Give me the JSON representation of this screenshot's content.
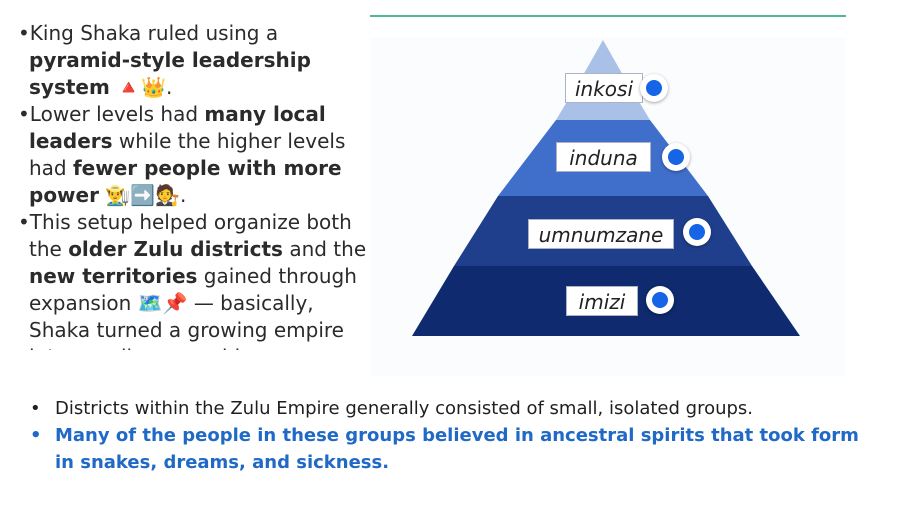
{
  "left_bullets": [
    {
      "parts": [
        {
          "t": "King Shaka ruled using a "
        },
        {
          "t": "pyramid-style leadership system",
          "b": true
        },
        {
          "t": " 🔺👑."
        }
      ]
    },
    {
      "parts": [
        {
          "t": "Lower levels had "
        },
        {
          "t": "many local leaders",
          "b": true
        },
        {
          "t": " while the higher levels had "
        },
        {
          "t": "fewer people with more power",
          "b": true
        },
        {
          "t": " 👨‍🌾➡️🧑‍⚖️."
        }
      ]
    },
    {
      "parts": [
        {
          "t": "This setup helped organize both the "
        },
        {
          "t": "older Zulu districts",
          "b": true
        },
        {
          "t": " and the "
        },
        {
          "t": "new territories",
          "b": true
        },
        {
          "t": " gained through expansion 🗺️📌 — basically, Shaka turned a growing empire into a well-run machine."
        }
      ]
    }
  ],
  "pyramid": {
    "levels": [
      {
        "label": "inkosi",
        "color": "#a9c1e6"
      },
      {
        "label": "induna",
        "color": "#3f6fcb"
      },
      {
        "label": "umnumzane",
        "color": "#1f3f8c"
      },
      {
        "label": "imizi",
        "color": "#0f2a6e"
      }
    ],
    "dot_color": "#1565e6"
  },
  "bottom_bullets": [
    {
      "text": "Districts within the Zulu Empire generally consisted of small, isolated groups.",
      "style": "primary"
    },
    {
      "text": "Many of the people in these groups believed in ancestral spirits that took form in snakes, dreams, and sickness.",
      "style": "accent"
    }
  ],
  "bullet_char": "•"
}
